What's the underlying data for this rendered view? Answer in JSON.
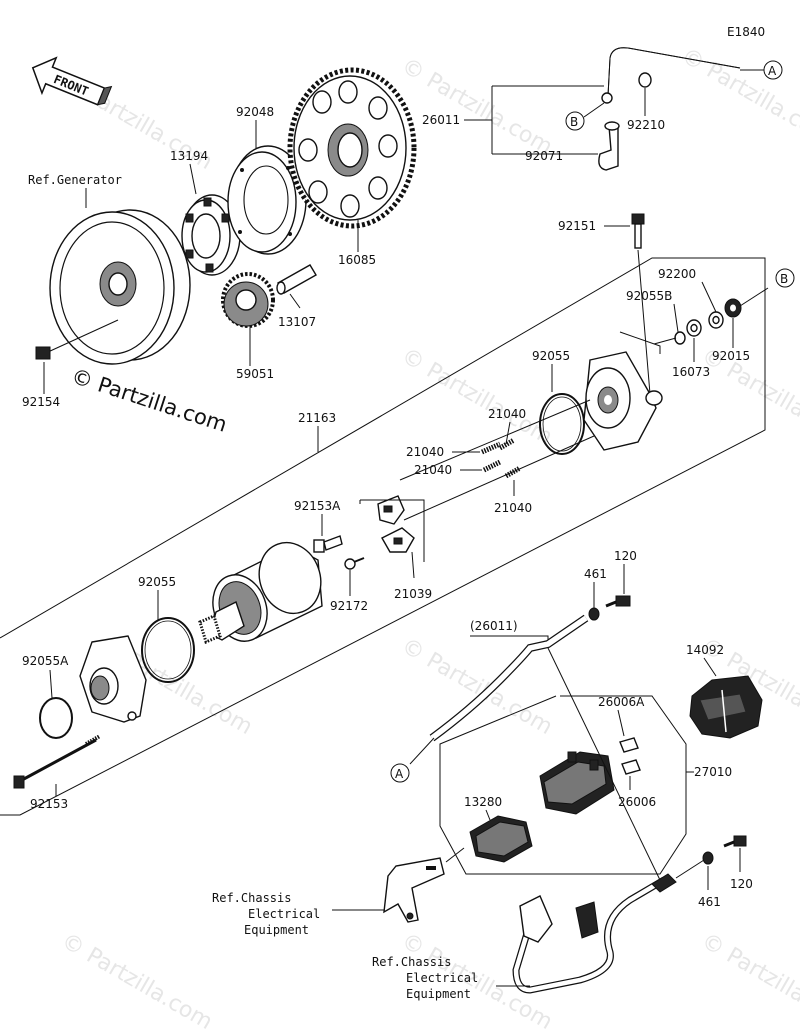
{
  "diagram": {
    "code": "E1840",
    "front_label": "FRONT",
    "watermark": "© Partzilla.com",
    "brand": "© Partzilla.com"
  },
  "parts": {
    "p26011": "26011",
    "p92210": "92210",
    "p92071": "92071",
    "p92048": "92048",
    "p13194": "13194",
    "p16085": "16085",
    "p13107": "13107",
    "p59051": "59051",
    "p92154": "92154",
    "p92151": "92151",
    "p92200": "92200",
    "p92055B": "92055B",
    "p92015": "92015",
    "p16073": "16073",
    "p92055_top": "92055",
    "p21163": "21163",
    "p21040_a": "21040",
    "p21040_b": "21040",
    "p21040_c": "21040",
    "p21040_d": "21040",
    "p92153A": "92153A",
    "p92172": "92172",
    "p21039": "21039",
    "p92055_mid": "92055",
    "p92055A": "92055A",
    "p92153": "92153",
    "p120_top": "120",
    "p461_top": "461",
    "p26011_paren": "(26011)",
    "p14092": "14092",
    "p26006A": "26006A",
    "p26006": "26006",
    "p27010": "27010",
    "p13280": "13280",
    "p461_bot": "461",
    "p120_bot": "120"
  },
  "refs": {
    "generator": "Ref.Generator",
    "chassis1_l1": "Ref.Chassis",
    "chassis1_l2": "Electrical",
    "chassis1_l3": "Equipment",
    "chassis2_l1": "Ref.Chassis",
    "chassis2_l2": "Electrical",
    "chassis2_l3": "Equipment"
  },
  "callouts": {
    "a1": "A",
    "b1": "B",
    "b2": "B",
    "a2": "A"
  }
}
